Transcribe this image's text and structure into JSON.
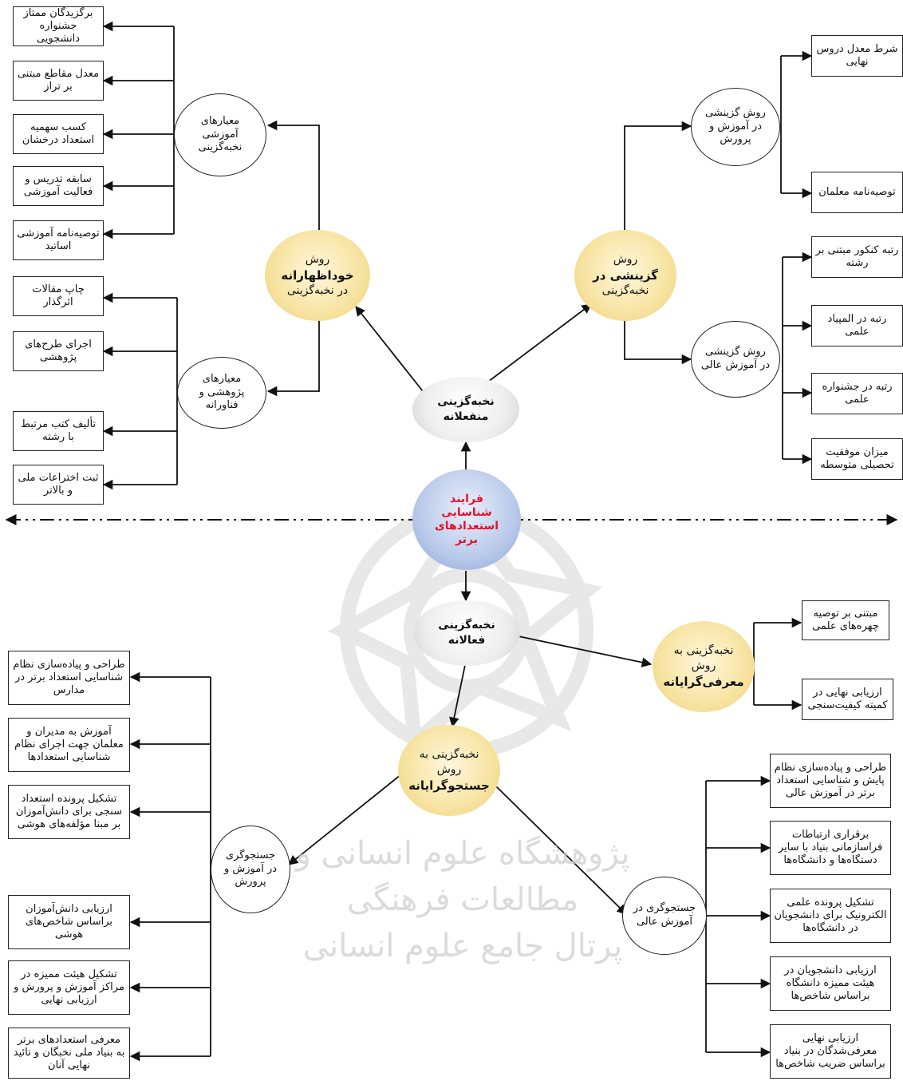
{
  "center": {
    "text": "فرایند شناسایی استعدادهای برتر"
  },
  "upper": {
    "hub": {
      "text": "نخبه‌گزینی منفعلانه"
    },
    "left_method": {
      "line1": "روش",
      "line2": "خوداظهارانه",
      "line3": "در نخبه‌گزینی"
    },
    "right_method": {
      "line1": "روش",
      "line2": "گزینشی در",
      "line3": "نخبه‌گزینی"
    },
    "edu_criteria": {
      "text": "معیارهای آموزشی نخبه‌گزینی"
    },
    "research_criteria": {
      "text": "معیارهای پژوهشی و فناورانه"
    },
    "edu_items": [
      "برگزیدگان ممتاز جشنواره دانشجویی",
      "معدل مقاطع مبتنی بر تراز",
      "کسب سهمیه استعداد درخشان",
      "سابقه تدریس و فعالیت آموزشی",
      "توصیه‌نامه آموزشی اساتید"
    ],
    "research_items": [
      "چاپ مقالات اثرگذار",
      "اجرای طرح‌های پژوهشی",
      "تألیف کتب مرتبط با رشته",
      "ثبت اختراعات ملی و بالاتر"
    ],
    "school_method": {
      "text": "روش گزینشی در آموزش و پرورش"
    },
    "higher_method": {
      "text": "روش گزینشی در آموزش عالی"
    },
    "school_items": [
      "شرط معدل دروس نهایی",
      "توصیه‌نامه معلمان"
    ],
    "higher_items": [
      "رتبه کنکور مبتنی بر رشته",
      "رتبه در المپیاد علمی",
      "رتبه در جشنواره علمی",
      "میزان موفقیت تحصیلی متوسطه"
    ]
  },
  "lower": {
    "hub": {
      "text": "نخبه‌گزینی فعالانه"
    },
    "introduction": {
      "line1": "نخبه‌گزینی به",
      "line2": "روش",
      "line3": "معرفی‌گرایانه"
    },
    "introduction_items": [
      "مبتنی بر توصیه چهره‌های علمی",
      "ارزیابی نهایی در کمیته کیفیت‌سنجی"
    ],
    "search": {
      "line1": "نخبه‌گزینی به",
      "line2": "روش",
      "line3": "جستجوگرایانه"
    },
    "search_school": {
      "text": "جستجوگری در آموزش و پرورش"
    },
    "search_higher": {
      "text": "جستجوگری در آموزش عالی"
    },
    "school_items": [
      "طراحی و پیاده‌سازی نظام شناسایی استعداد برتر در مدارس",
      "آموزش به مدیران و معلمان جهت اجرای نظام شناسایی استعدادها",
      "تشکیل پرونده استعداد سنجی برای دانش‌آموزان بر مبنا مؤلفه‌های هوشی",
      "ارزیابی دانش‌آموزان براساس شاخص‌های هوشی",
      "تشکیل هیئت ممیزه در مراکز آموزش و پرورش و ارزیابی نهایی",
      "معرفی استعدادهای برتر به بنیاد ملی نخبگان و تائید نهایی آنان"
    ],
    "higher_items": [
      "طراحی و پیاده‌سازی نظام پایش و شناسایی استعداد برتر در آموزش عالی",
      "برقراری ارتباطات فراسازمانی بنیاد با سایر دستگاه‌ها و دانشگاه‌ها",
      "تشکیل پرونده علمی الکترونیک برای دانشجویان در دانشگاه‌ها",
      "ارزیابی دانشجویان در هیئت ممیزه دانشگاه براساس شاخص‌ها",
      "ارزیابی نهایی معرفی‌شدگان در بنیاد براساس ضریب شاخص‌ها"
    ]
  },
  "watermark": {
    "line1": "پژوهشگاه علوم انسانی و مطالعات فرهنگی",
    "line2": "پرتال جامع علوم انسانی"
  }
}
